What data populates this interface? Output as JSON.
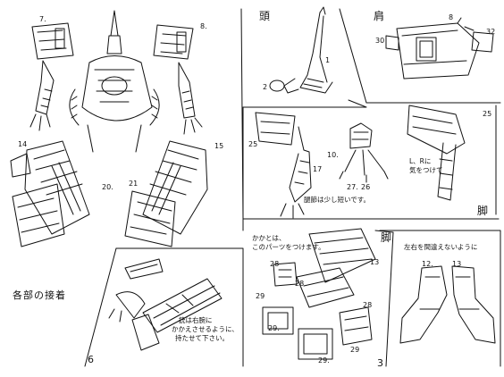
{
  "title": "各部の接着",
  "sections": {
    "head": "頭",
    "shoulder": "肩",
    "leg": "脚",
    "foot": "脚"
  },
  "steps": {
    "s6": "6",
    "s3": "3"
  },
  "notes": {
    "lr_care": [
      "L、Rに",
      "気をつけて"
    ],
    "thigh": "腿節は少し短いです。",
    "heel": [
      "かかとは、",
      "このパーツをつけます。"
    ],
    "no_mistake": "左右を間違えないように",
    "gun": [
      "銃は右腕に",
      "かかえさせるように、",
      "持たせて下さい。"
    ]
  },
  "parts": {
    "p1": "1",
    "p2": "2",
    "p7": "7.",
    "p8a": "8.",
    "p8b": "8",
    "p10": "10.",
    "p12": "12.",
    "p13a": "13",
    "p13b": "13",
    "p14": "14",
    "p15": "15",
    "p17": "17",
    "p20": "20.",
    "p21": "21",
    "p25a": "25",
    "p25b": "25",
    "p26": "26",
    "p27": "27.",
    "p28a": "28",
    "p28b": "28",
    "p28c": "28",
    "p29a": "29",
    "p29b": "29.",
    "p29c": "29",
    "p29d": "29.",
    "p30": "30",
    "p32": "32"
  }
}
